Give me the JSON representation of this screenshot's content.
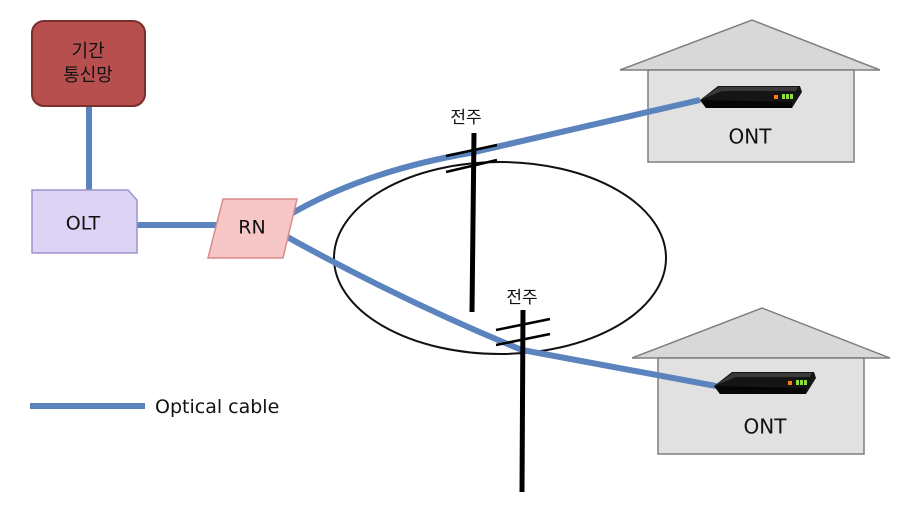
{
  "nodes": {
    "backbone": {
      "label_line1": "기간",
      "label_line2": "통신망",
      "color": "#b84f4f",
      "border": "#7a2f2f",
      "text_color": "#ffffff"
    },
    "olt": {
      "label": "OLT",
      "color": "#dcd3f5",
      "border": "#9f92cc"
    },
    "rn": {
      "label": "RN",
      "color": "#f7c6c6",
      "border": "#d98c8c"
    },
    "ont_top": {
      "label": "ONT"
    },
    "ont_bottom": {
      "label": "ONT"
    },
    "pole_top": {
      "label": "전주"
    },
    "pole_bottom": {
      "label": "전주"
    }
  },
  "legend": {
    "label": "Optical cable"
  },
  "colors": {
    "cable": "#5b84bf",
    "pole": "#000000",
    "house_fill": "#e1e1e1",
    "house_roof": "#d8d8d8",
    "house_border": "#7f7f7f",
    "ellipse": "#111111",
    "led_orange": "#ff7a1a",
    "led_green": "#8ee03c"
  },
  "icons": {
    "ont_device": "ont-modem-icon"
  }
}
